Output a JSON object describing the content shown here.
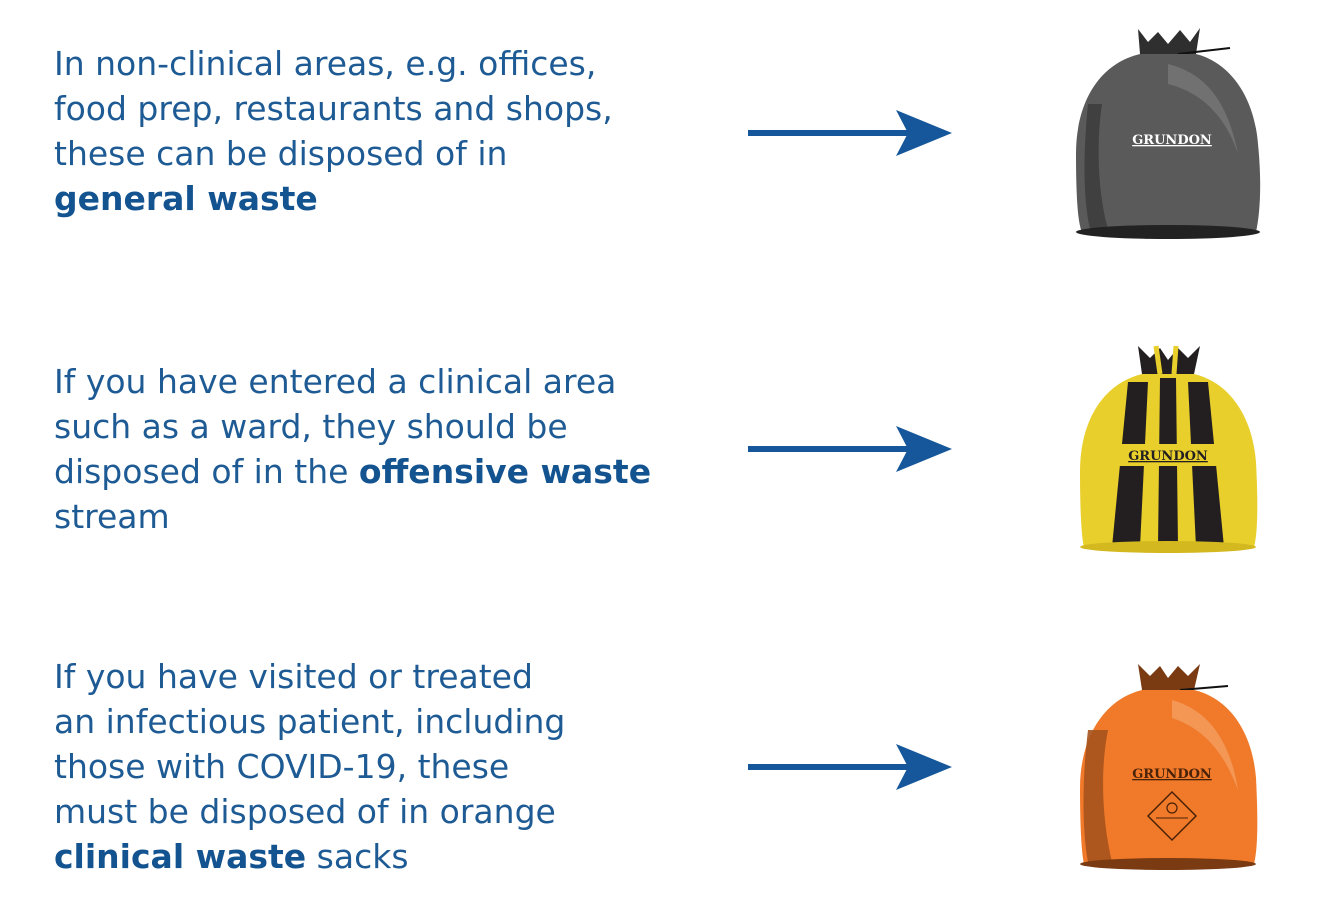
{
  "rows": [
    {
      "lines": [
        "In non-clinical areas, e.g. offices,",
        "food prep, restaurants and shops,",
        "these can be disposed of in"
      ],
      "bold": "general waste",
      "bag": {
        "label": "GRUNDON",
        "color": "#5a5a5a",
        "dark": "#2e2e2e",
        "icon": "black-waste-bag-icon"
      }
    },
    {
      "lines": [
        "If you have entered a clinical area",
        "such as a ward, they should be"
      ],
      "line3_pre": "disposed of in the ",
      "bold": "offensive waste",
      "line4": "stream",
      "bag": {
        "label": "GRUNDON",
        "color": "#e9cf2c",
        "dark": "#231f20",
        "icon": "tiger-striped-waste-bag-icon"
      }
    },
    {
      "lines": [
        "If you have visited or treated",
        "an infectious patient, including",
        "those with COVID-19, these",
        "must be disposed of in orange"
      ],
      "bold": "clinical waste",
      "post": " sacks",
      "bag": {
        "label": "GRUNDON",
        "color": "#f07a2a",
        "dark": "#7a3a12",
        "icon": "orange-clinical-waste-bag-icon"
      }
    }
  ],
  "colors": {
    "text": "#1e5b94",
    "arrow": "#15579a"
  }
}
